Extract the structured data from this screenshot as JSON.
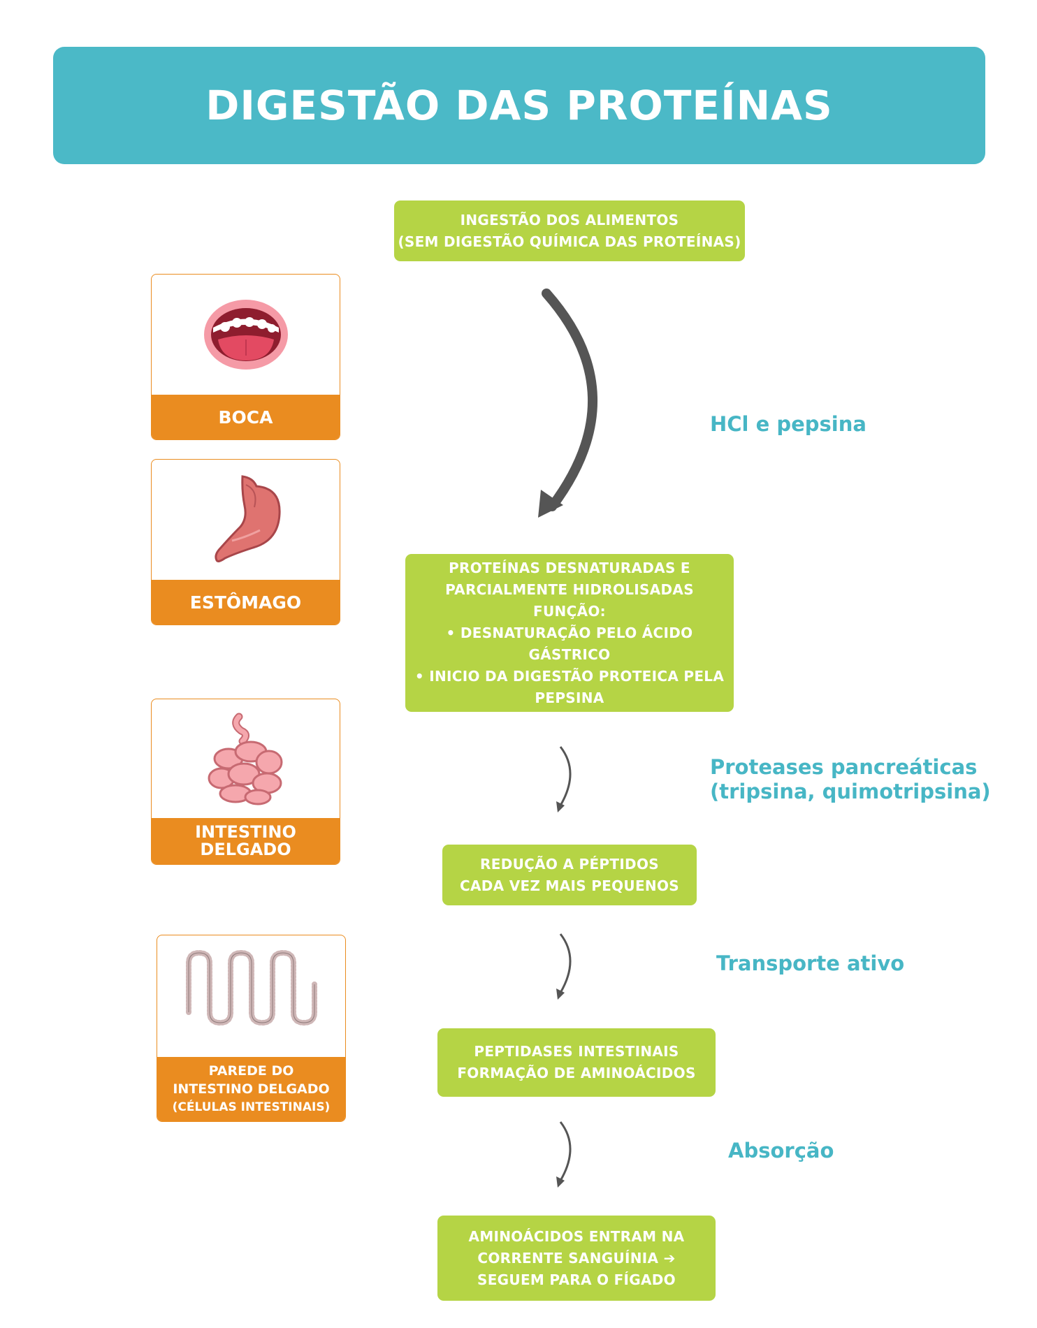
{
  "title": "DIGESTÃO DAS PROTEÍNAS",
  "colors": {
    "title_bg": "#4bb9c7",
    "step_bg": "#b5d445",
    "organ_label_bg": "#ea8c20",
    "enzyme_text": "#47b6c5",
    "arrow": "#555555"
  },
  "organs": [
    {
      "icon": "mouth-icon",
      "label": [
        "BOCA"
      ]
    },
    {
      "icon": "stomach-icon",
      "label": [
        "ESTÔMAGO"
      ]
    },
    {
      "icon": "small-intestine-icon",
      "label": [
        "INTESTINO",
        "DELGADO"
      ]
    },
    {
      "icon": "intestinal-villi-icon",
      "label": [
        "PAREDE DO",
        "INTESTINO DELGADO",
        "(CÉLULAS INTESTINAIS)"
      ]
    }
  ],
  "steps": [
    {
      "lines": [
        "INGESTÃO DOS ALIMENTOS",
        "(SEM DIGESTÃO QUÍMICA DAS PROTEÍNAS)"
      ]
    },
    {
      "lines": [
        "PROTEÍNAS DESNATURADAS E",
        "PARCIALMENTE HIDROLISADAS",
        "FUNÇÃO:"
      ],
      "bullets": [
        [
          "DESNATURAÇÃO PELO ÁCIDO",
          "GÁSTRICO"
        ],
        [
          "INICIO DA DIGESTÃO PROTEICA PELA",
          "PEPSINA"
        ]
      ]
    },
    {
      "lines": [
        "REDUÇÃO A PÉPTIDOS",
        "CADA VEZ MAIS PEQUENOS"
      ]
    },
    {
      "lines": [
        "PEPTIDASES INTESTINAIS",
        "FORMAÇÃO DE AMINOÁCIDOS"
      ]
    },
    {
      "lines": [
        "AMINOÁCIDOS ENTRAM NA",
        "CORRENTE SANGUÍNIA ➔",
        "SEGUEM PARA O FÍGADO"
      ]
    }
  ],
  "enzymes": [
    [
      "HCl e pepsina"
    ],
    [
      "Proteases pancreáticas",
      "(tripsina, quimotripsina)"
    ],
    [
      "Transporte ativo"
    ],
    [
      "Absorção"
    ]
  ]
}
